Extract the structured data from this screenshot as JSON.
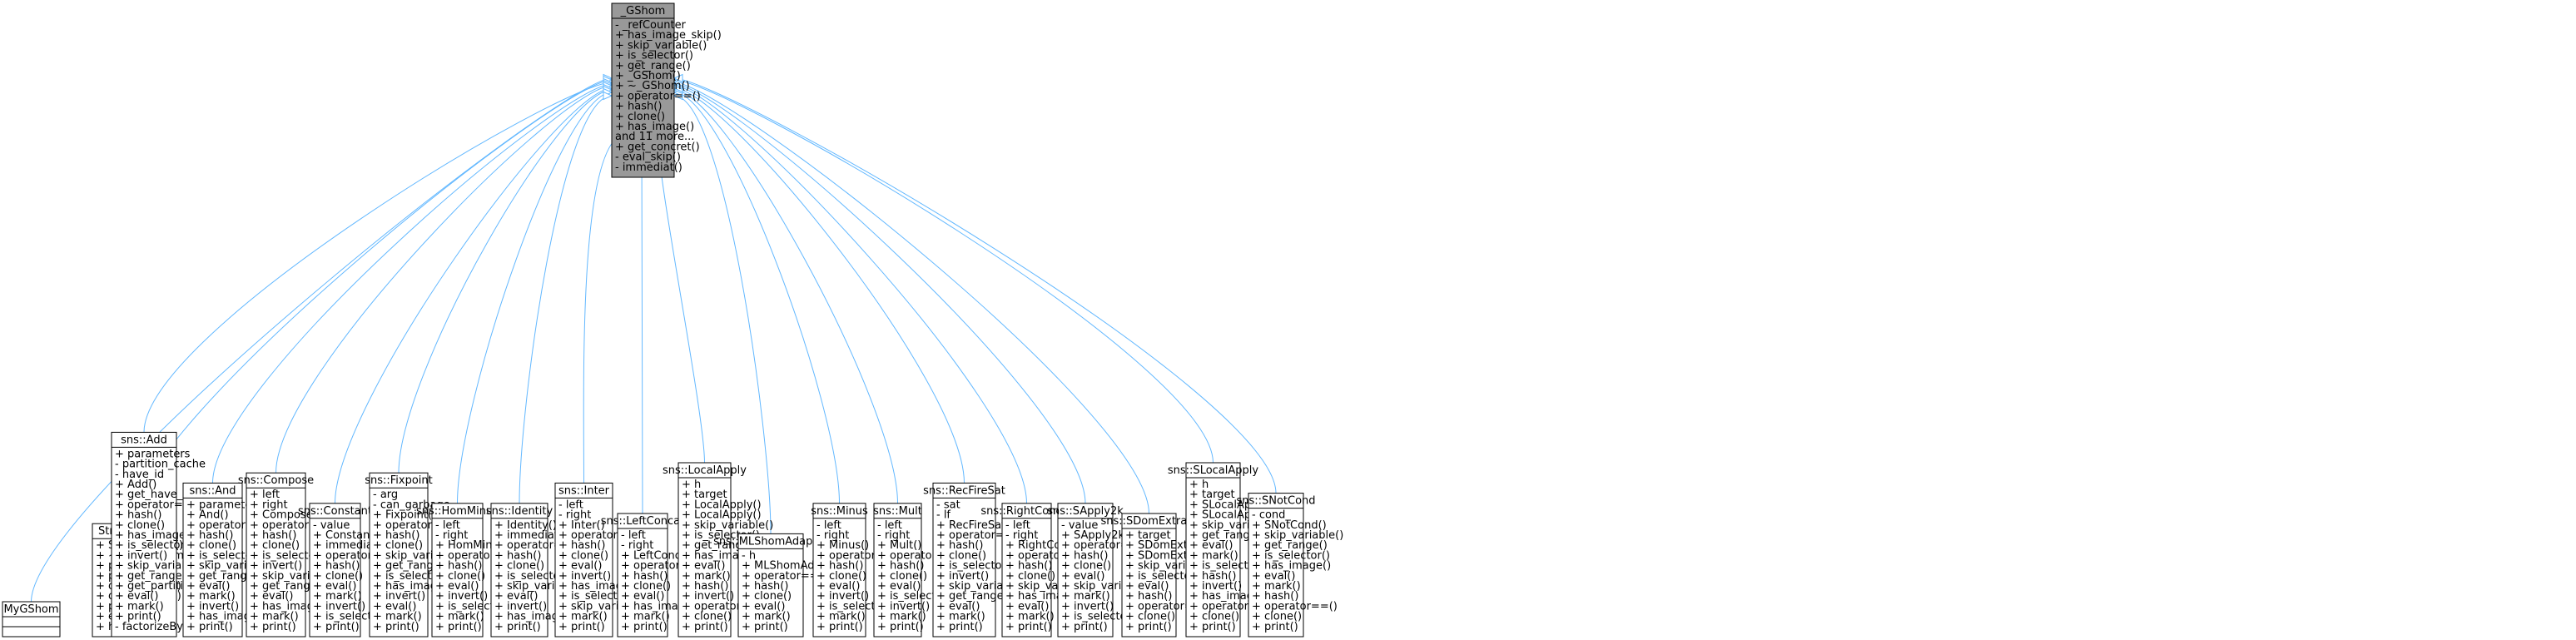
{
  "base": {
    "title": "_GShom",
    "members": [
      "- _refCounter",
      "+ has_image_skip()",
      "+ skip_variable()",
      "+ is_selector()",
      "+ get_range()",
      "+ _GShom()",
      "+ ~_GShom()",
      "+ operator==()",
      "+ hash()",
      "+ clone()",
      "+ has_image()",
      "   and 11 more...",
      "+ get_concret()",
      "- eval_skip()",
      "- immediat()"
    ]
  },
  "classes": [
    {
      "title": "MyGShom",
      "members": []
    },
    {
      "title": "StrongShom",
      "members": [
        "+ StrongShom()",
        "+ ~StrongShom()",
        "+ phiOne()",
        "+ phi()",
        "+ operator==()",
        "+ operator==()",
        "+ print()",
        "+ eval()",
        "+ has_image()"
      ]
    },
    {
      "title": "sns::Add",
      "members": [
        "+ parameters",
        "- partition_cache",
        "- have_id",
        "+ Add()",
        "+ get_have_id()",
        "+ operator==()",
        "+ hash()",
        "+ clone()",
        "+ has_image()",
        "+ is_selector()",
        "+ invert()",
        "+ skip_variable()",
        "+ get_range()",
        "+ get_partition()",
        "+ eval()",
        "+ mark()",
        "+ print()",
        "- factorizeByLevel()"
      ]
    },
    {
      "title": "sns::And",
      "members": [
        "+ parameters",
        "+ And()",
        "+ operator==()",
        "+ hash()",
        "+ clone()",
        "+ is_selector()",
        "+ skip_variable()",
        "+ get_range()",
        "+ eval()",
        "+ mark()",
        "+ invert()",
        "+ has_image()",
        "+ print()"
      ]
    },
    {
      "title": "sns::Compose",
      "members": [
        "+ left",
        "+ right",
        "+ Compose()",
        "+ operator==()",
        "+ hash()",
        "+ clone()",
        "+ is_selector()",
        "+ invert()",
        "+ skip_variable()",
        "+ get_range()",
        "+ eval()",
        "+ has_image()",
        "+ mark()",
        "+ print()"
      ]
    },
    {
      "title": "sns::Constant",
      "members": [
        "- value",
        "+ Constant()",
        "+ immediat()",
        "+ operator==()",
        "+ hash()",
        "+ clone()",
        "+ eval()",
        "+ mark()",
        "+ invert()",
        "+ is_selector()",
        "+ print()"
      ]
    },
    {
      "title": "sns::Fixpoint",
      "members": [
        "- arg",
        "- can_garbage",
        "+ Fixpoint()",
        "+ operator==()",
        "+ hash()",
        "+ clone()",
        "+ skip_variable()",
        "+ get_range()",
        "+ is_selector()",
        "+ has_image()",
        "+ invert()",
        "+ eval()",
        "+ mark()",
        "+ print()"
      ]
    },
    {
      "title": "sns::HomMinus",
      "members": [
        "- left",
        "- right",
        "+ HomMinus()",
        "+ operator==()",
        "+ hash()",
        "+ clone()",
        "+ eval()",
        "+ invert()",
        "+ is_selector()",
        "+ mark()",
        "+ print()"
      ]
    },
    {
      "title": "sns::Identity",
      "members": [
        "+ Identity()",
        "+ immediat()",
        "+ operator==()",
        "+ hash()",
        "+ clone()",
        "+ is_selector()",
        "+ skip_variable()",
        "+ eval()",
        "+ invert()",
        "+ has_image()",
        "+ print()"
      ]
    },
    {
      "title": "sns::Inter",
      "members": [
        "- left",
        "- right",
        "+ Inter()",
        "+ operator==()",
        "+ hash()",
        "+ clone()",
        "+ eval()",
        "+ invert()",
        "+ has_image()",
        "+ is_selector()",
        "+ skip_variable()",
        "+ mark()",
        "+ print()"
      ]
    },
    {
      "title": "sns::LeftConcat",
      "members": [
        "- left",
        "- right",
        "+ LeftConcat()",
        "+ operator==()",
        "+ hash()",
        "+ clone()",
        "+ eval()",
        "+ has_image()",
        "+ mark()",
        "+ print()"
      ]
    },
    {
      "title": "sns::LocalApply",
      "members": [
        "+ h",
        "+ target",
        "+ LocalApply()",
        "+ LocalApply()",
        "+ skip_variable()",
        "+ is_selector()",
        "+ get_range()",
        "+ has_image()",
        "+ eval()",
        "+ mark()",
        "+ hash()",
        "+ invert()",
        "+ operator==()",
        "+ clone()",
        "+ print()"
      ]
    },
    {
      "title": "sns::MLShomAdapter",
      "members": [
        "- h",
        "+ MLShomAdapter()",
        "+ operator==()",
        "+ hash()",
        "+ clone()",
        "+ eval()",
        "+ mark()",
        "+ print()"
      ]
    },
    {
      "title": "sns::Minus",
      "members": [
        "- left",
        "- right",
        "+ Minus()",
        "+ operator==()",
        "+ hash()",
        "+ clone()",
        "+ eval()",
        "+ invert()",
        "+ is_selector()",
        "+ mark()",
        "+ print()"
      ]
    },
    {
      "title": "sns::Mult",
      "members": [
        "- left",
        "- right",
        "+ Mult()",
        "+ operator==()",
        "+ hash()",
        "+ clone()",
        "+ eval()",
        "+ is_selector()",
        "+ invert()",
        "+ mark()",
        "+ print()"
      ]
    },
    {
      "title": "sns::RecFireSat",
      "members": [
        "- sat",
        "- lf",
        "+ RecFireSat()",
        "+ operator==()",
        "+ hash()",
        "+ clone()",
        "+ is_selector()",
        "+ invert()",
        "+ skip_variable()",
        "+ get_range()",
        "+ eval()",
        "+ mark()",
        "+ print()"
      ]
    },
    {
      "title": "sns::RightConcat",
      "members": [
        "- left",
        "- right",
        "+ RightConcat()",
        "+ operator==()",
        "+ hash()",
        "+ clone()",
        "+ skip_variable()",
        "+ has_image()",
        "+ eval()",
        "+ mark()",
        "+ print()"
      ]
    },
    {
      "title": "sns::SApply2k",
      "members": [
        "- value",
        "+ SApply2k()",
        "+ operator==()",
        "+ hash()",
        "+ clone()",
        "+ eval()",
        "+ skip_variable()",
        "+ mark()",
        "+ invert()",
        "+ is_selector()",
        "+ print()"
      ]
    },
    {
      "title": "sns::SDomExtract",
      "members": [
        "+ target",
        "+ SDomExtract()",
        "+ SDomExtract()",
        "+ skip_variable()",
        "+ is_selector()",
        "+ eval()",
        "+ hash()",
        "+ operator==()",
        "+ clone()",
        "+ print()"
      ]
    },
    {
      "title": "sns::SLocalApply",
      "members": [
        "+ h",
        "+ target",
        "+ SLocalApply()",
        "+ SLocalApply()",
        "+ skip_variable()",
        "+ get_range()",
        "+ eval()",
        "+ mark()",
        "+ is_selector()",
        "+ hash()",
        "+ invert()",
        "+ has_image()",
        "+ operator==()",
        "+ clone()",
        "+ print()"
      ]
    },
    {
      "title": "sns::SNotCond",
      "members": [
        "- cond_",
        "+ SNotCond()",
        "+ skip_variable()",
        "+ get_range()",
        "+ is_selector()",
        "+ has_image()",
        "+ eval()",
        "+ mark()",
        "+ hash()",
        "+ operator==()",
        "+ clone()",
        "+ print()"
      ]
    }
  ],
  "colors": {
    "base_fill": "#999999",
    "node_border": "#000000",
    "edge": "#63b8ff",
    "arrowhead_fill": "#ffffff"
  }
}
